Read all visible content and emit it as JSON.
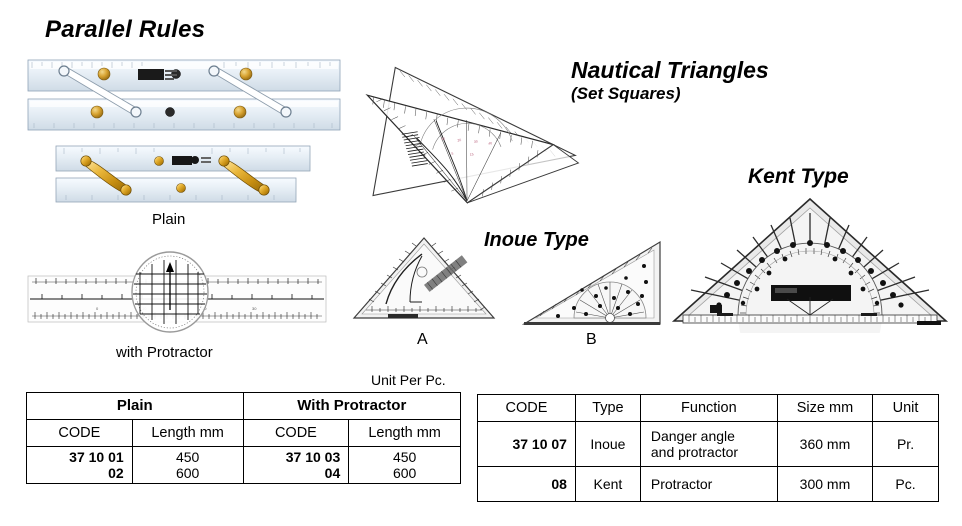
{
  "headings": {
    "parallel_rules": "Parallel Rules",
    "nautical_triangles": "Nautical Triangles",
    "set_squares": "(Set Squares)",
    "kent_type": "Kent Type",
    "inoue_type": "Inoue Type"
  },
  "captions": {
    "plain": "Plain",
    "with_protractor": "with Protractor",
    "triangle_a": "A",
    "triangle_b": "B",
    "unit_per_pc": "Unit Per Pc."
  },
  "table_parallel_rules": {
    "group_headers": [
      "Plain",
      "With Protractor"
    ],
    "columns": [
      "CODE",
      "Length mm",
      "CODE",
      "Length mm"
    ],
    "rows": [
      {
        "plain_code_1": "37 10 01",
        "plain_code_2": "02",
        "plain_length_1": "450",
        "plain_length_2": "600",
        "protractor_code_1": "37 10 03",
        "protractor_code_2": "04",
        "protractor_length_1": "450",
        "protractor_length_2": "600"
      }
    ]
  },
  "table_nautical_triangles": {
    "columns": [
      "CODE",
      "Type",
      "Function",
      "Size mm",
      "Unit"
    ],
    "rows": [
      {
        "code": "37 10 07",
        "type": "Inoue",
        "function_line1": "Danger angle",
        "function_line2": "and protractor",
        "size": "360 mm",
        "unit": "Pr."
      },
      {
        "code": "08",
        "type": "Kent",
        "function_line1": "Protractor",
        "function_line2": "",
        "size": "300 mm",
        "unit": "Pc."
      }
    ]
  },
  "images": {
    "parallel_rule_plain": "parallel-rule-plain-photo",
    "parallel_rule_handle": "parallel-rule-brass-handle-photo",
    "parallel_rule_protractor": "parallel-rule-with-protractor-photo",
    "triangle_set_large": "nautical-triangle-set-photo",
    "triangle_a": "inoue-triangle-a-photo",
    "triangle_b": "inoue-triangle-b-photo",
    "triangle_kent": "kent-type-triangle-photo"
  },
  "colors": {
    "ink": "#000000",
    "background": "#ffffff",
    "brass": "#d9a227",
    "plastic_edge": "#b9c6d4",
    "grey_fill": "#d8d8d8"
  }
}
